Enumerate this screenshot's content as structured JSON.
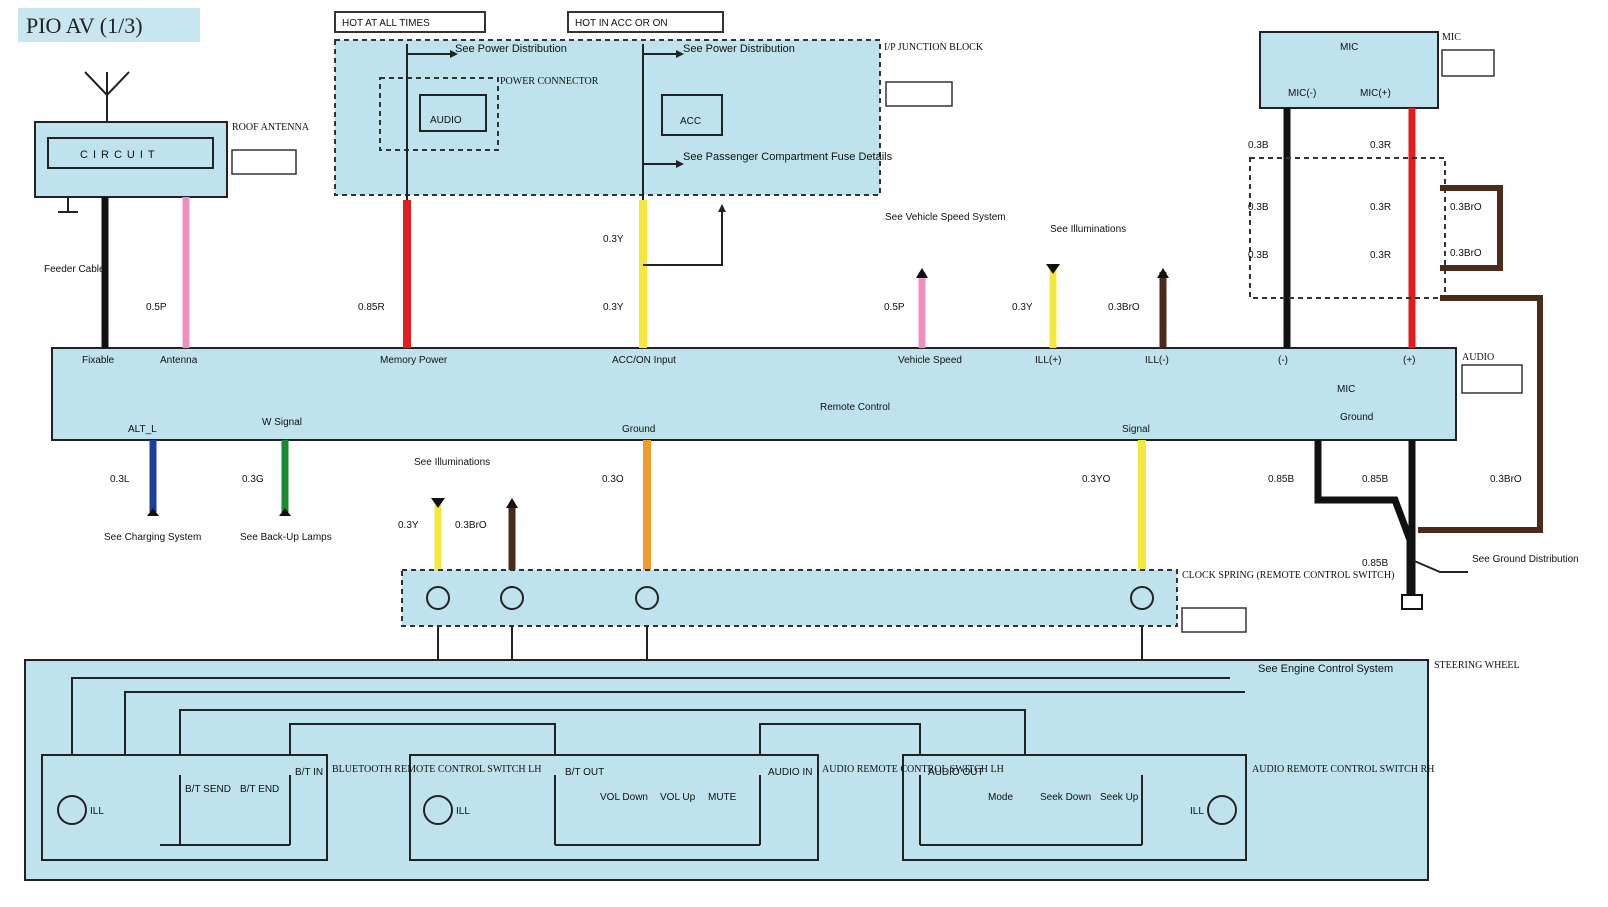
{
  "title": "PIO AV (1/3)",
  "supply_labels": [
    "HOT AT ALL TIMES",
    "HOT IN ACC OR ON"
  ],
  "fuse_notes": {
    "power_dist_1": "See Power Distribution",
    "power_dist_2": "See Power Distribution",
    "passenger": "See Passenger Compartment Fuse Details",
    "power_connector": "POWER CONNECTOR",
    "fuse_1": "AUDIO",
    "fuse_2": "ACC",
    "ijb": "I/P JUNCTION BLOCK"
  },
  "antenna": {
    "circuit": "CIRCUIT",
    "label": "ROOF ANTENNA",
    "cable": "Feeder Cable"
  },
  "top_notes": {
    "vehicle_speed": "See Vehicle Speed System",
    "illum": "See Illuminations"
  },
  "wire_codes": {
    "pink": "0.5P",
    "red": "0.85R",
    "yel1": "0.3Y",
    "yel2": "0.3Y",
    "vs": "0.5P",
    "il_y": "0.3Y",
    "il_br": "0.3BrO",
    "mic_b1": "0.3B",
    "mic_r1": "0.3R",
    "mic_b2": "0.3B",
    "mic_r2": "0.3R",
    "mic_b3": "0.3B",
    "mic_r3": "0.3R",
    "mic_br1": "0.3BrO",
    "mic_br2": "0.3BrO",
    "blue": "0.3L",
    "green": "0.3G",
    "orange": "0.3O",
    "yel_sig": "0.3YO",
    "gnd1": "0.85B",
    "gnd2": "0.85B",
    "gnd3": "0.3BrO",
    "gnd4": "0.85B",
    "low_y": "0.3Y",
    "low_br": "0.3BrO"
  },
  "audio_pins_top": [
    "Fixable",
    "Antenna",
    "Memory Power",
    "ACC/ON Input",
    "Vehicle Speed",
    "ILL(+)",
    "ILL(-)",
    "(-)",
    "(+)"
  ],
  "audio_pins_bottom": [
    "ALT_L",
    "W Signal",
    "Remote Control",
    "Ground",
    "Signal",
    "Ground"
  ],
  "audio_label": "AUDIO",
  "mic": {
    "label": "MIC",
    "unit": "MIC",
    "pins": [
      "MIC(-)",
      "MIC(+)"
    ]
  },
  "bottom_notes": {
    "charging": "See Charging System",
    "backup": "See Back-Up Lamps",
    "illum": "See Illuminations",
    "ground": "See Ground Distribution",
    "engine": "See Engine Control System"
  },
  "clock_spring": "CLOCK SPRING (REMOTE CONTROL SWITCH)",
  "steering": "STEERING WHEEL",
  "switches": {
    "bluetooth": "BLUETOOTH REMOTE CONTROL SWITCH LH",
    "audio_lh": "AUDIO REMOTE CONTROL SWITCH LH",
    "audio_rh": "AUDIO REMOTE CONTROL SWITCH RH",
    "bt_in": "B/T IN",
    "bt_out": "B/T OUT",
    "bt_send": "B/T SEND",
    "bt_end": "B/T END",
    "vol_down": "VOL Down",
    "vol_up": "VOL Up",
    "mute": "MUTE",
    "audio_in": "AUDIO IN",
    "audio_out": "AUDIO OUT",
    "mode": "Mode",
    "seek_down": "Seek Down",
    "seek_up": "Seek Up",
    "ill": "ILL"
  }
}
